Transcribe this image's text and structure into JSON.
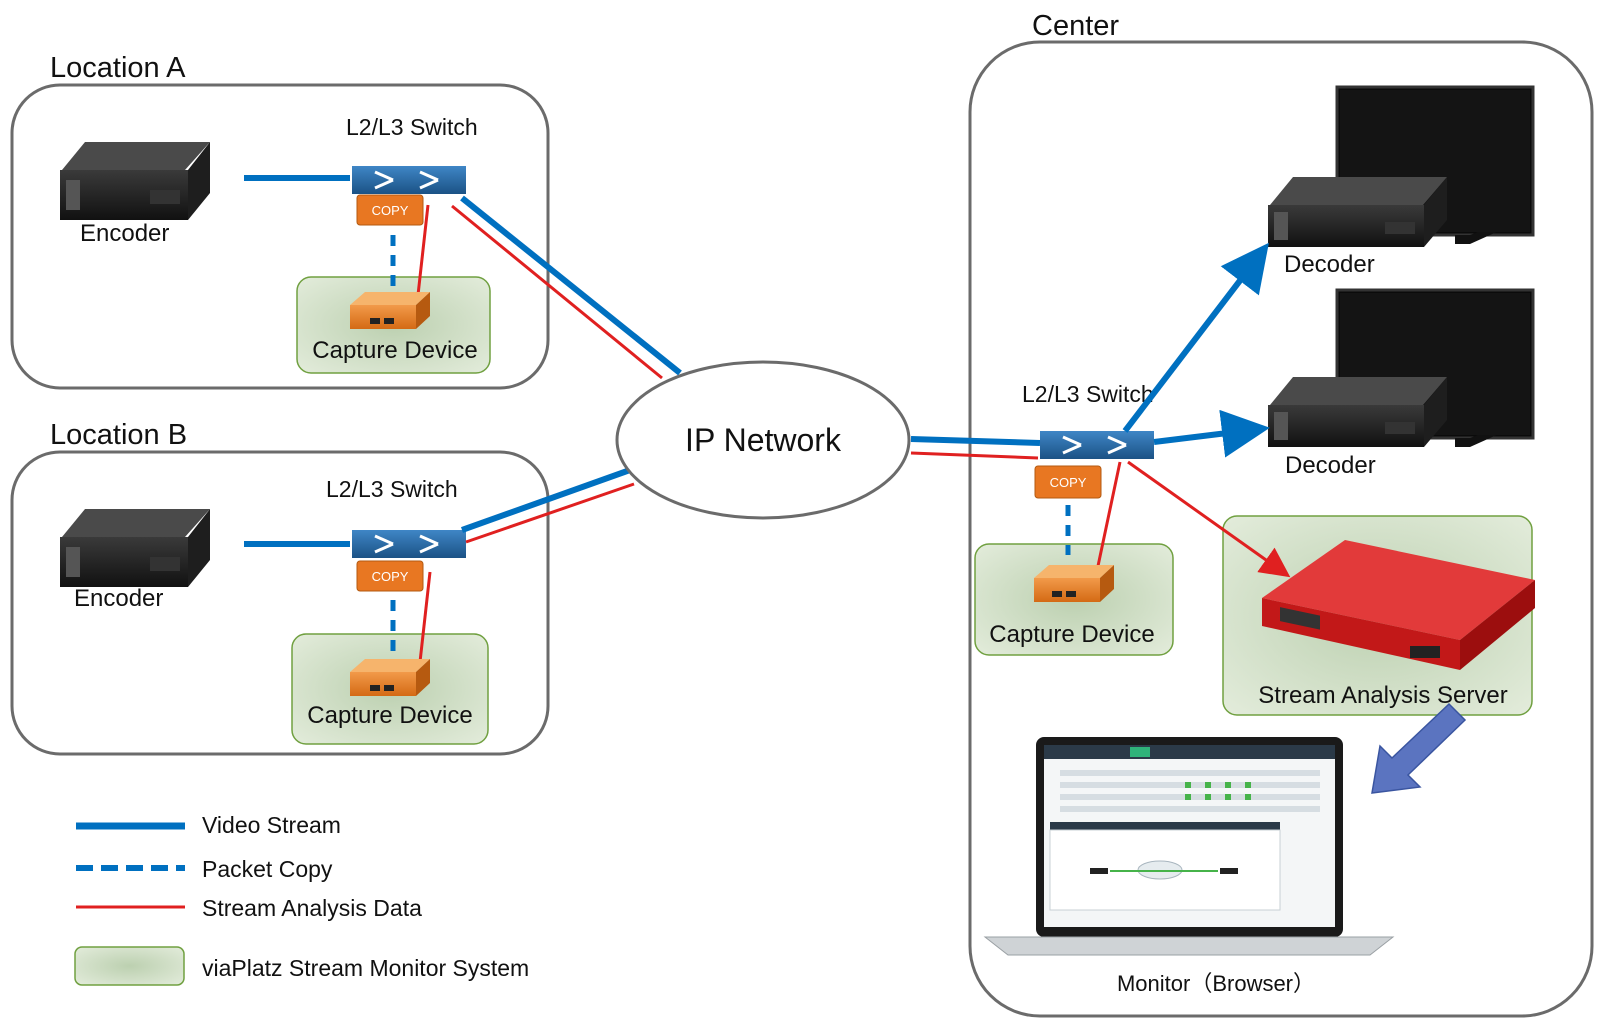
{
  "locations": {
    "a": {
      "title": "Location A",
      "switch_label": "L2/L3 Switch",
      "encoder_label": "Encoder",
      "capture_label": "Capture Device",
      "copy_label": "COPY"
    },
    "b": {
      "title": "Location B",
      "switch_label": "L2/L3 Switch",
      "encoder_label": "Encoder",
      "capture_label": "Capture Device",
      "copy_label": "COPY"
    },
    "center": {
      "title": "Center",
      "switch_label": "L2/L3 Switch",
      "decoder1_label": "Decoder",
      "decoder2_label": "Decoder",
      "capture_label": "Capture Device",
      "copy_label": "COPY",
      "server_label": "Stream Analysis Server",
      "monitor_label": "Monitor（Browser）"
    }
  },
  "network": {
    "label": "IP Network"
  },
  "legend": {
    "video": "Video Stream",
    "packet": "Packet Copy",
    "analysis": "Stream Analysis Data",
    "system": "viaPlatz Stream Monitor System"
  },
  "colors": {
    "video": "#0070c0",
    "analysis": "#e02020",
    "copy_fill": "#e87722",
    "system_fill": "#d9e6cf",
    "system_border": "#70a040",
    "box_border": "#6b6b6b",
    "switch_fill": "#1f5f95",
    "server_fill": "#d41c1c"
  }
}
